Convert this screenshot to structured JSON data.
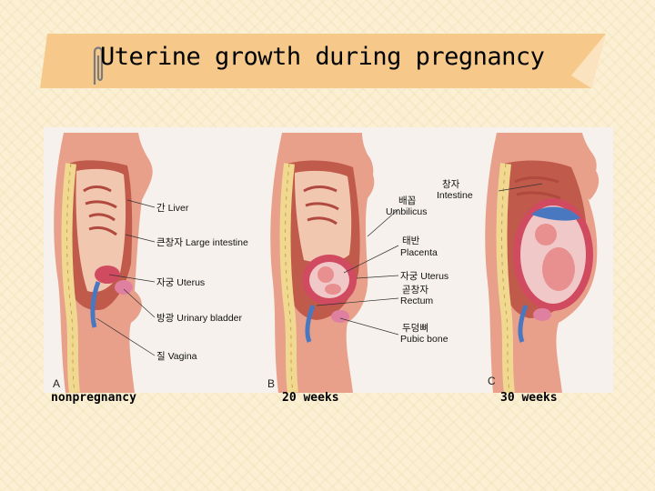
{
  "title": "Uterine growth during pregnancy",
  "figure": {
    "panels": [
      {
        "letter": "A",
        "caption": "nonpregnancy"
      },
      {
        "letter": "B",
        "caption": "20 weeks"
      },
      {
        "letter": "C",
        "caption": "30 weeks"
      }
    ],
    "labels_a": {
      "liver": "간 Liver",
      "large_intestine": "큰창자 Large intestine",
      "uterus": "자궁 Uterus",
      "bladder": "방광 Urinary bladder",
      "vagina": "질 Vagina"
    },
    "labels_b": {
      "umbilicus_ko": "배꼽",
      "umbilicus": "Umbilicus",
      "placenta_ko": "태반",
      "placenta": "Placenta",
      "uterus": "자궁 Uterus",
      "rectum_ko": "곧창자",
      "rectum": "Rectum",
      "pubic_ko": "두덩뼈",
      "pubic": "Pubic bone"
    },
    "labels_c": {
      "intestine_ko": "창자",
      "intestine": "Intestine"
    }
  },
  "colors": {
    "banner": "#f6c98a",
    "skin": "#e8a08a",
    "muscle": "#c05a4a",
    "spine": "#f0d890",
    "uterus": "#d04a60",
    "bladder": "#e080a0",
    "blue": "#4a78c0"
  }
}
